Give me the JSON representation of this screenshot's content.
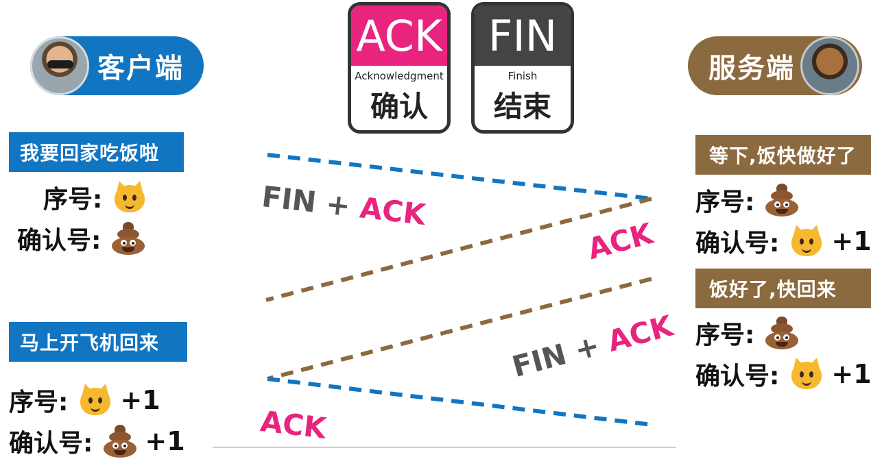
{
  "client": {
    "label": "客户端",
    "avatar": "avatar-client-man-sunglasses"
  },
  "server": {
    "label": "服务端",
    "avatar": "avatar-server-man"
  },
  "legend": {
    "ack": {
      "abbr": "ACK",
      "full": "Acknowledgment",
      "cn": "确认"
    },
    "fin": {
      "abbr": "FIN",
      "full": "Finish",
      "cn": "结束"
    }
  },
  "messages": {
    "client_1": {
      "text": "我要回家吃饭啦",
      "seq_label": "序号:",
      "ack_label": "确认号:",
      "seq_icon": "cat-face-icon",
      "ack_icon": "pile-of-poo-icon"
    },
    "server_1": {
      "text": "等下,饭快做好了",
      "seq_label": "序号:",
      "ack_label": "确认号:",
      "seq_icon": "pile-of-poo-icon",
      "ack_icon": "cat-face-icon",
      "ack_plus": "+1"
    },
    "server_2": {
      "text": "饭好了,快回来",
      "seq_label": "序号:",
      "ack_label": "确认号:",
      "seq_icon": "pile-of-poo-icon",
      "ack_icon": "cat-face-icon",
      "ack_plus": "+1"
    },
    "client_2": {
      "text": "马上开飞机回来",
      "seq_label": "序号:",
      "ack_label": "确认号:",
      "seq_icon": "cat-face-icon",
      "seq_plus": "+1",
      "ack_icon": "pile-of-poo-icon",
      "ack_plus": "+1"
    }
  },
  "arrows": {
    "a1": {
      "flag1": "FIN",
      "plus": "+",
      "flag2": "ACK"
    },
    "a2": {
      "flag": "ACK"
    },
    "a3": {
      "flag1": "FIN",
      "plus": "+",
      "flag2": "ACK"
    },
    "a4": {
      "flag": "ACK"
    }
  },
  "colors": {
    "client_blue": "#1175c2",
    "server_brown": "#8c6a3f",
    "ack_pink": "#e8247f",
    "fin_gray": "#444444"
  }
}
